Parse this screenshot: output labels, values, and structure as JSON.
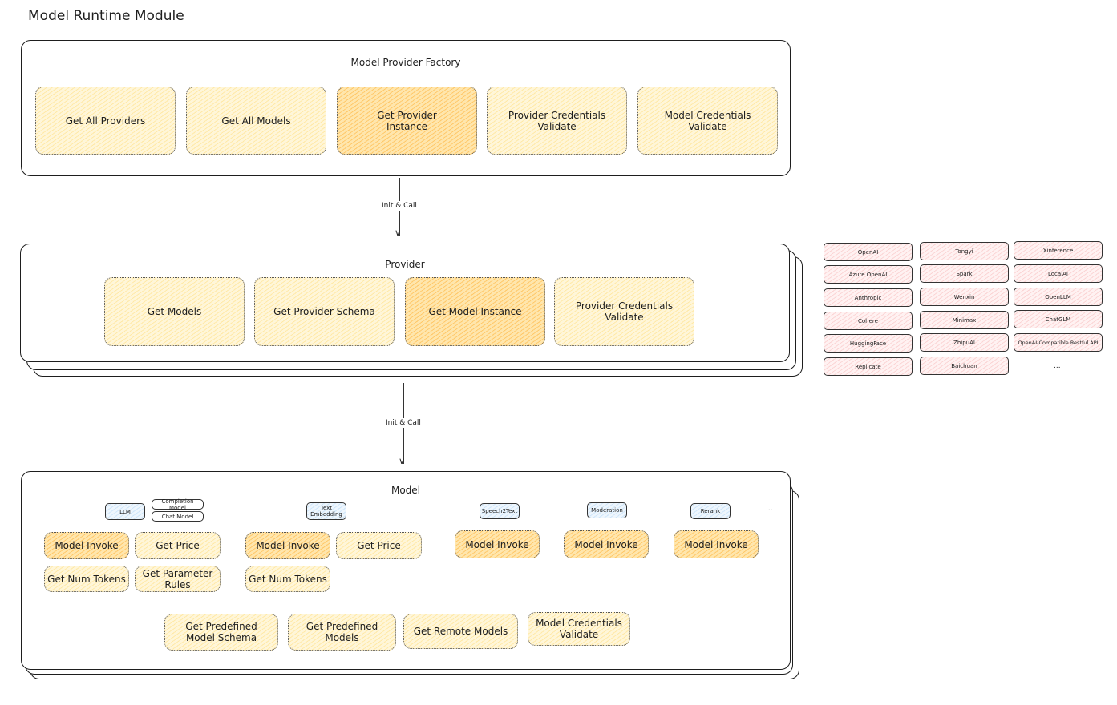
{
  "title": "Model Runtime Module",
  "factory": {
    "title": "Model Provider Factory",
    "items": [
      "Get All Providers",
      "Get All Models",
      "Get Provider Instance",
      "Provider Credentials Validate",
      "Model Credentials Validate"
    ]
  },
  "arrow1": "Init & Call",
  "provider": {
    "title": "Provider",
    "items": [
      "Get Models",
      "Get Provider Schema",
      "Get Model Instance",
      "Provider Credentials Validate"
    ]
  },
  "arrow2": "Init & Call",
  "model": {
    "title": "Model",
    "types": [
      "LLM",
      "Completion Model",
      "Chat Model",
      "Text Embedding",
      "Speech2Text",
      "Moderation",
      "Rerank",
      "..."
    ],
    "llm": [
      "Model Invoke",
      "Get Price",
      "Get Num Tokens",
      "Get Parameter Rules"
    ],
    "embedding": [
      "Model Invoke",
      "Get Price",
      "Get Num Tokens"
    ],
    "speech2text": [
      "Model Invoke"
    ],
    "moderation": [
      "Model Invoke"
    ],
    "rerank": [
      "Model Invoke"
    ],
    "common": [
      "Get Predefined Model Schema",
      "Get Predefined Models",
      "Get Remote Models",
      "Model Credentials Validate"
    ]
  },
  "providers": [
    [
      "OpenAI",
      "Azure OpenAI",
      "Anthropic",
      "Cohere",
      "HuggingFace",
      "Replicate"
    ],
    [
      "Tongyi",
      "Spark",
      "Wenxin",
      "Minimax",
      "ZhipuAI",
      "Baichuan"
    ],
    [
      "Xinference",
      "LocalAI",
      "OpenLLM",
      "ChatGLM",
      "OpenAI-Compatible Restful API",
      "..."
    ]
  ],
  "colors": {
    "method": "#ffe9a8",
    "method_primary": "#ffc96b",
    "model_type": "#cfe6fa",
    "provider": "#fbd5d5"
  }
}
